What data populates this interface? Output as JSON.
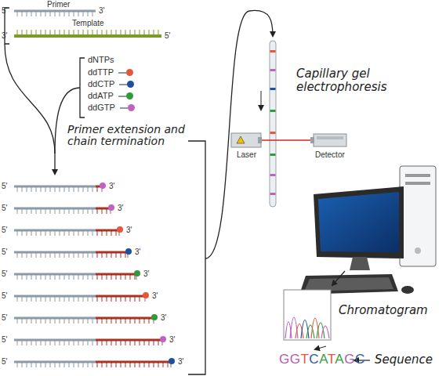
{
  "diagram": {
    "labels": [
      "Primer",
      "5'",
      "3'",
      "Template",
      "3'",
      "5'",
      "dNTPs",
      "Primer extension and chain termination",
      "5'",
      "3'",
      "5'",
      "3'",
      "5'",
      "3'",
      "5'",
      "3'",
      "5'",
      "3'",
      "5'",
      "3'",
      "5'",
      "3'",
      "5'",
      "3'",
      "5'",
      "3'",
      "Capillary gel electrophoresis",
      "Laser",
      "Detector",
      "Chromatogram",
      "GGTCATAGC",
      "Sequence"
    ],
    "legend": [
      {
        "text": "ddTTP",
        "color": "#e8553a"
      },
      {
        "text": "ddCTP",
        "color": "#1f4fa0"
      },
      {
        "text": "ddATP",
        "color": "#2e9a3a"
      },
      {
        "text": "ddGTP",
        "color": "#c063c0"
      }
    ]
  }
}
